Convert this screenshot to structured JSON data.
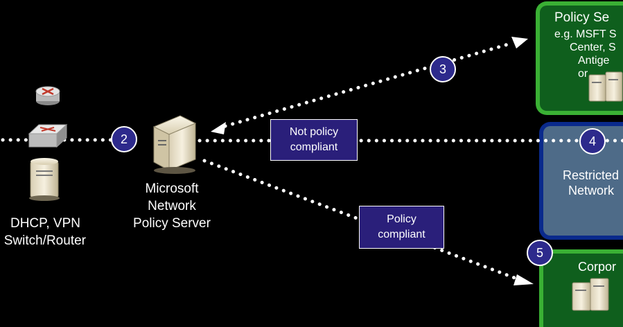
{
  "left_label": {
    "line1": "DHCP, VPN",
    "line2": "Switch/Router"
  },
  "nps_label": {
    "line1": "Microsoft",
    "line2": "Network",
    "line3": "Policy Server"
  },
  "boxes": {
    "not_compliant": {
      "line1": "Not policy",
      "line2": "compliant"
    },
    "compliant": {
      "line1": "Policy",
      "line2": "compliant"
    }
  },
  "badges": {
    "b2": "2",
    "b3": "3",
    "b4": "4",
    "b5": "5"
  },
  "panels": {
    "policy_servers": {
      "line1": "Policy Se",
      "line2": "e.g. MSFT S",
      "line3": "Center, S",
      "line4": "Antige",
      "line5": "or"
    },
    "restricted": {
      "line1": "Restricted",
      "line2": "Network"
    },
    "corporate": {
      "line1": "Corpor"
    }
  },
  "colors": {
    "background": "#000000",
    "panel_green": "#0f5f1d",
    "panel_green_border": "#3ab034",
    "panel_blue": "#4e6b88",
    "panel_blue_border": "#0a2a8c",
    "label_box": "#2a1f7a",
    "badge": "#2d2a8c"
  }
}
